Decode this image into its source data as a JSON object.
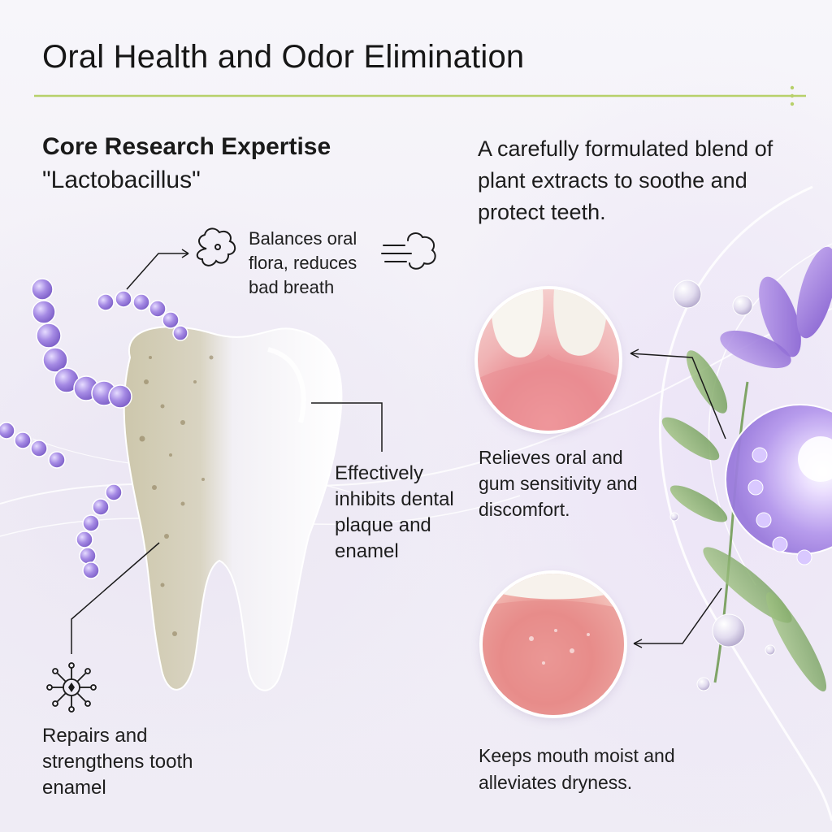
{
  "title": "Oral Health and Odor Elimination",
  "section": {
    "heading": "Core Research Expertise",
    "subheading": "\"Lactobacillus\""
  },
  "blend_text": "A carefully formulated blend of plant extracts to soothe and protect teeth.",
  "callouts": {
    "flora": "Balances oral flora, reduces bad breath",
    "plaque": "Effectively inhibits dental plaque and enamel",
    "repairs": "Repairs and strengthens tooth enamel",
    "relieves": "Relieves oral and gum sensitivity and discomfort.",
    "moist": "Keeps mouth moist and alleviates dryness."
  },
  "icons": {
    "flora_left": "bad-breath-cloud-icon",
    "flora_right": "wind-cloud-icon",
    "repairs": "molecule-network-icon"
  },
  "colors": {
    "accent_line": "#b7d06a",
    "bacteria_purple": "#9b7fd9",
    "text": "#1b1b1b",
    "gum_pink": "#ea8c91"
  }
}
